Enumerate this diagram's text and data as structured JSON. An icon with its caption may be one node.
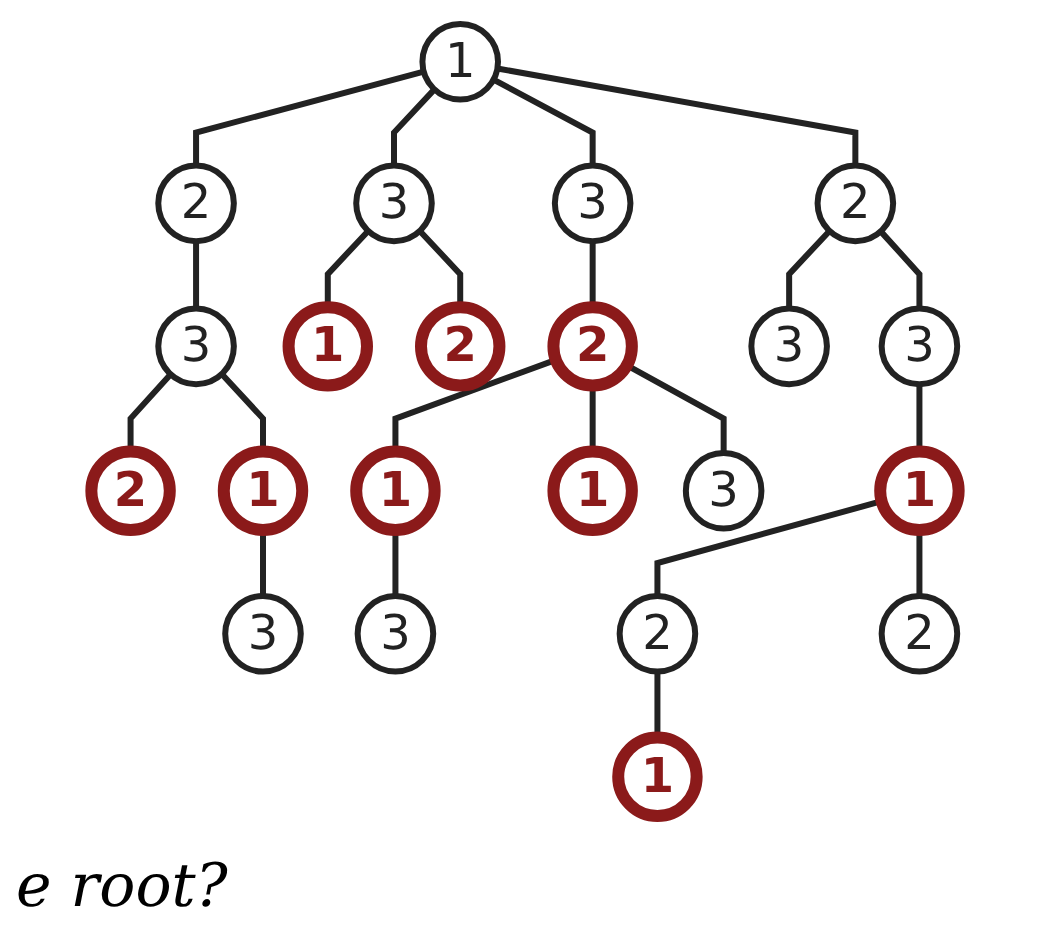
{
  "diagram": {
    "nodes": [
      {
        "text": [
          "1"
        ]
      },
      {
        "text": [
          "2"
        ]
      },
      {
        "text": [
          "3"
        ]
      },
      {
        "text": [
          "3"
        ]
      },
      {
        "text": [
          "2"
        ]
      },
      {
        "text": [
          "3"
        ]
      },
      {
        "text": [
          "1"
        ]
      },
      {
        "text": [
          "2"
        ]
      },
      {
        "text": [
          "2"
        ]
      },
      {
        "text": [
          "3"
        ]
      },
      {
        "text": [
          "3"
        ]
      },
      {
        "text": [
          "2"
        ]
      },
      {
        "text": [
          "1"
        ]
      },
      {
        "text": [
          "1"
        ]
      },
      {
        "text": [
          "1"
        ]
      },
      {
        "text": [
          "3"
        ]
      },
      {
        "text": [
          "1"
        ]
      },
      {
        "text": [
          "3"
        ]
      },
      {
        "text": [
          "3"
        ]
      },
      {
        "text": [
          "2"
        ]
      },
      {
        "text": [
          "2"
        ]
      },
      {
        "text": [
          "1"
        ]
      }
    ],
    "edges": [
      {
        "from": 0,
        "to": 1,
        "arrow": "none"
      },
      {
        "from": 0,
        "to": 2,
        "arrow": "none"
      },
      {
        "from": 0,
        "to": 3,
        "arrow": "none"
      },
      {
        "from": 0,
        "to": 4,
        "arrow": "none"
      },
      {
        "from": 1,
        "to": 5,
        "arrow": "none"
      },
      {
        "from": 2,
        "to": 6,
        "arrow": "none"
      },
      {
        "from": 2,
        "to": 7,
        "arrow": "none"
      },
      {
        "from": 3,
        "to": 8,
        "arrow": "none"
      },
      {
        "from": 4,
        "to": 9,
        "arrow": "none"
      },
      {
        "from": 4,
        "to": 10,
        "arrow": "none"
      },
      {
        "from": 5,
        "to": 11,
        "arrow": "none"
      },
      {
        "from": 5,
        "to": 12,
        "arrow": "none"
      },
      {
        "from": 8,
        "to": 13,
        "arrow": "none"
      },
      {
        "from": 8,
        "to": 14,
        "arrow": "none"
      },
      {
        "from": 8,
        "to": 15,
        "arrow": "none"
      },
      {
        "from": 10,
        "to": 16,
        "arrow": "none"
      },
      {
        "from": 12,
        "to": 17,
        "arrow": "none"
      },
      {
        "from": 13,
        "to": 18,
        "arrow": "none"
      },
      {
        "from": 16,
        "to": 19,
        "arrow": "none"
      },
      {
        "from": 16,
        "to": 20,
        "arrow": "none"
      },
      {
        "from": 19,
        "to": 21,
        "arrow": "none"
      }
    ],
    "labels": [
      "e root?"
    ]
  }
}
